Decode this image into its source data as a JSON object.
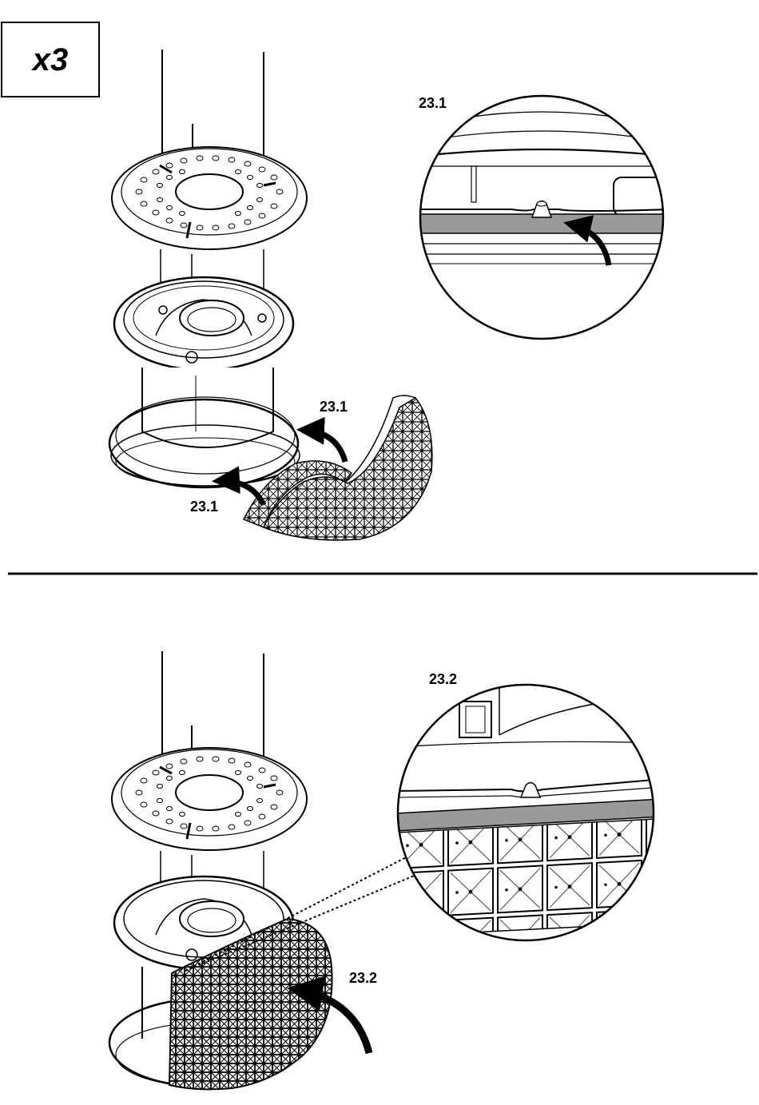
{
  "quantity_badge": "x3",
  "step1": {
    "detail_label": "23.1",
    "callout_upper": "23.1",
    "callout_lower": "23.1"
  },
  "step2": {
    "detail_label": "23.2",
    "callout": "23.2"
  },
  "colors": {
    "line": "#000000",
    "highlight_band": "#9a9a9a",
    "background": "#ffffff"
  }
}
